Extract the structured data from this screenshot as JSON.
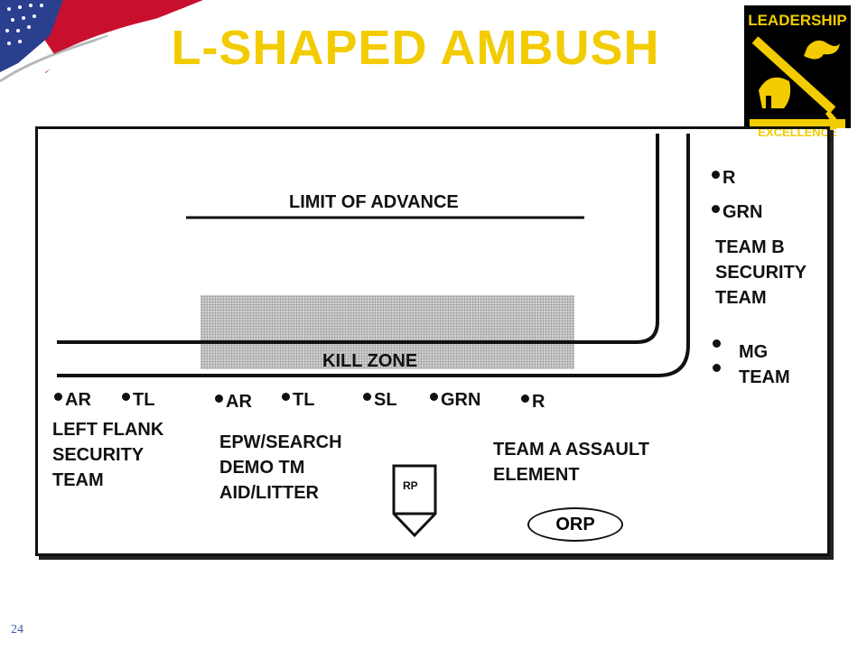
{
  "slide": {
    "title": "L-SHAPED AMBUSH",
    "page_number": "24"
  },
  "insignia": {
    "top_text": "LEADERSHIP",
    "bottom_text": "EXCELLENCE",
    "colors": {
      "field": "#000000",
      "emblem": "#f2cc00"
    }
  },
  "diagram": {
    "limit_of_advance": "LIMIT OF ADVANCE",
    "kill_zone": "KILL ZONE",
    "team_b": {
      "positions": [
        "R",
        "GRN"
      ],
      "label_lines": [
        "TEAM B",
        "SECURITY",
        "TEAM"
      ]
    },
    "mg_team": {
      "label_lines": [
        "MG",
        "TEAM"
      ]
    },
    "left_flank": {
      "positions": [
        "AR",
        "TL"
      ],
      "label_lines": [
        "LEFT FLANK",
        "SECURITY",
        "TEAM"
      ]
    },
    "epw_team": {
      "positions": [
        "AR",
        "TL"
      ],
      "label_lines": [
        "EPW/SEARCH",
        "DEMO TM",
        "AID/LITTER"
      ]
    },
    "assault_team": {
      "positions": [
        "SL",
        "GRN",
        "R"
      ],
      "label_lines": [
        "TEAM A ASSAULT",
        "ELEMENT"
      ]
    },
    "rp": "RP",
    "orp": "ORP"
  }
}
